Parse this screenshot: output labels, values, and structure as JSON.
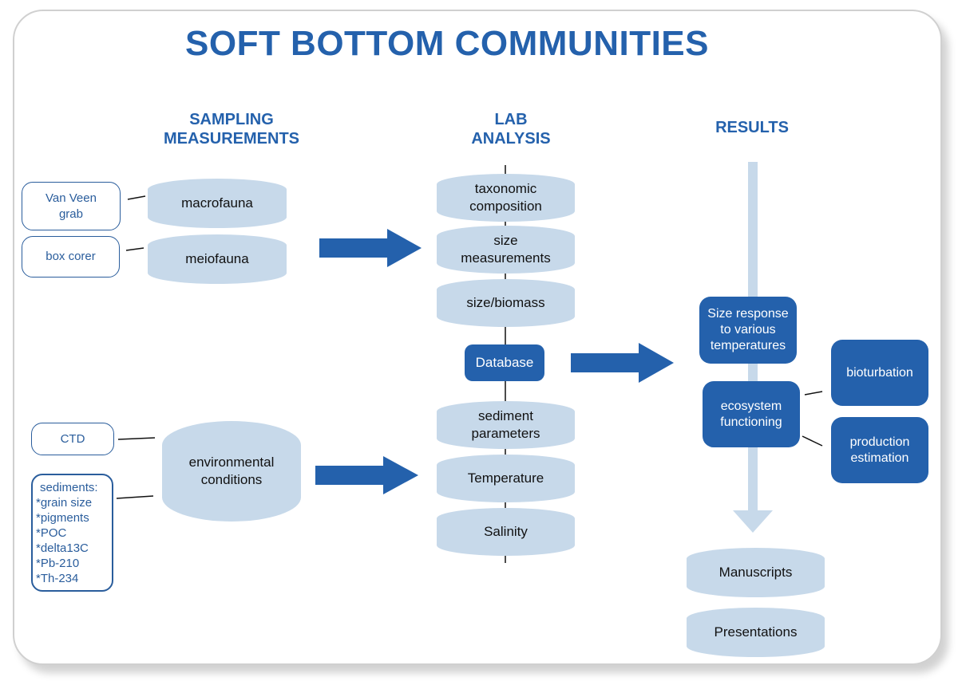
{
  "title": "SOFT BOTTOM COMMUNITIES",
  "columns": {
    "sampling": {
      "heading_line1": "SAMPLING",
      "heading_line2": "MEASUREMENTS"
    },
    "lab": {
      "heading_line1": "LAB",
      "heading_line2": "ANALYSIS"
    },
    "results": {
      "heading": "RESULTS"
    }
  },
  "sampling": {
    "gear": [
      {
        "line1": "Van Veen",
        "line2": "grab"
      },
      {
        "line1": "box corer"
      }
    ],
    "fauna": [
      "macrofauna",
      "meiofauna"
    ],
    "env_gear": {
      "ctd": "CTD",
      "sediments_title": "sediments:",
      "sediments_items": [
        "*grain size",
        "*pigments",
        "*POC",
        "*delta13C",
        "*Pb-210",
        "*Th-234"
      ]
    },
    "env": {
      "line1": "environmental",
      "line2": "conditions"
    }
  },
  "lab": {
    "upper": [
      {
        "line1": "taxonomic",
        "line2": "composition"
      },
      {
        "line1": "size",
        "line2": "measurements"
      },
      {
        "line1": "size/biomass"
      }
    ],
    "database": "Database",
    "lower": [
      {
        "line1": "sediment",
        "line2": "parameters"
      },
      {
        "line1": "Temperature"
      },
      {
        "line1": "Salinity"
      }
    ]
  },
  "results": {
    "size_response": {
      "line1": "Size response",
      "line2": "to various",
      "line3": "temperatures"
    },
    "ecosystem": {
      "line1": "ecosystem",
      "line2": "functioning"
    },
    "bioturbation": "bioturbation",
    "production": {
      "line1": "production",
      "line2": "estimation"
    },
    "outputs": [
      "Manuscripts",
      "Presentations"
    ]
  },
  "colors": {
    "primary_blue": "#2461ac",
    "light_blue": "#c7d9ea",
    "outline_blue": "#2a5d9c"
  }
}
